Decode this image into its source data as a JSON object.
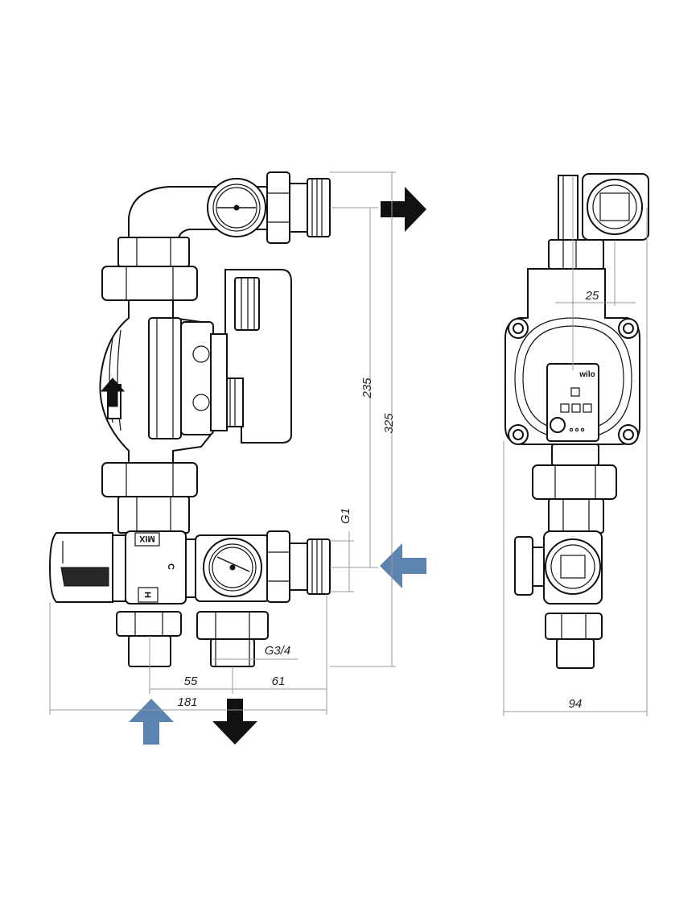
{
  "dimensions": {
    "d235": "235",
    "d325": "325",
    "g1": "G1",
    "g34": "G3/4",
    "d55": "55",
    "d61": "61",
    "d181": "181",
    "d25": "25",
    "d94": "94"
  },
  "markings": {
    "mix": "MIX",
    "c": "C",
    "h": "H",
    "brand": "wilo"
  },
  "colors": {
    "supply_arrow": "#111111",
    "return_arrow": "#5b84b1"
  }
}
